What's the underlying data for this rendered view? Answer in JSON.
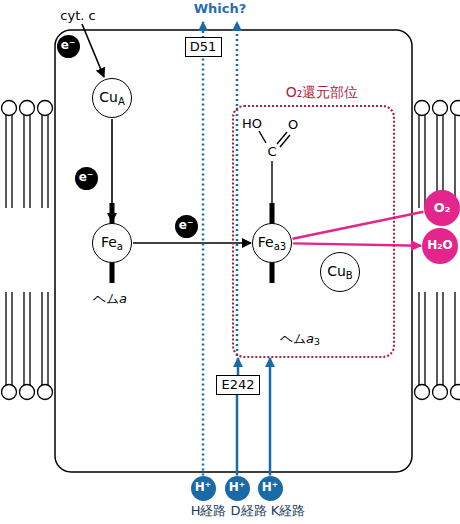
{
  "diagram": {
    "nodes": [
      {
        "text": [
          "e⁻"
        ]
      },
      {
        "text": [
          "D51"
        ]
      },
      {
        "text": [
          "CuA"
        ]
      },
      {
        "text": [
          "O₂還元部位"
        ]
      },
      {
        "text": [
          "e⁻"
        ]
      },
      {
        "text": [
          "O₂"
        ]
      },
      {
        "text": [
          "H₂O"
        ]
      },
      {
        "text": [
          "e⁻"
        ]
      },
      {
        "text": [
          "Fea"
        ]
      },
      {
        "text": [
          "Fea3"
        ],
        "in": 3
      },
      {
        "text": [
          "CuB"
        ],
        "in": 3
      },
      {
        "text": [
          "E242"
        ]
      },
      {
        "text": [
          "H⁺"
        ]
      },
      {
        "text": [
          "H⁺"
        ]
      },
      {
        "text": [
          "H⁺"
        ]
      }
    ],
    "edges": [
      {
        "from": 2,
        "to": 8,
        "arrow": "to"
      },
      {
        "from": 8,
        "to": 9,
        "arrow": "to"
      },
      {
        "from": 5,
        "to": 9,
        "arrow": "none"
      },
      {
        "from": 9,
        "to": 6,
        "arrow": "to"
      },
      {
        "from": 12,
        "to": 1,
        "arrow": "none"
      },
      {
        "from": 13,
        "to": 11,
        "arrow": "none"
      },
      {
        "from": 11,
        "to": 3,
        "arrow": "to"
      },
      {
        "from": 14,
        "to": 3,
        "arrow": "to"
      }
    ],
    "labels": [
      "Which?",
      "cyt. c",
      "HO",
      "C",
      "O",
      "ヘムa",
      "ヘムa3",
      "H経路 D経路 K経路"
    ]
  }
}
